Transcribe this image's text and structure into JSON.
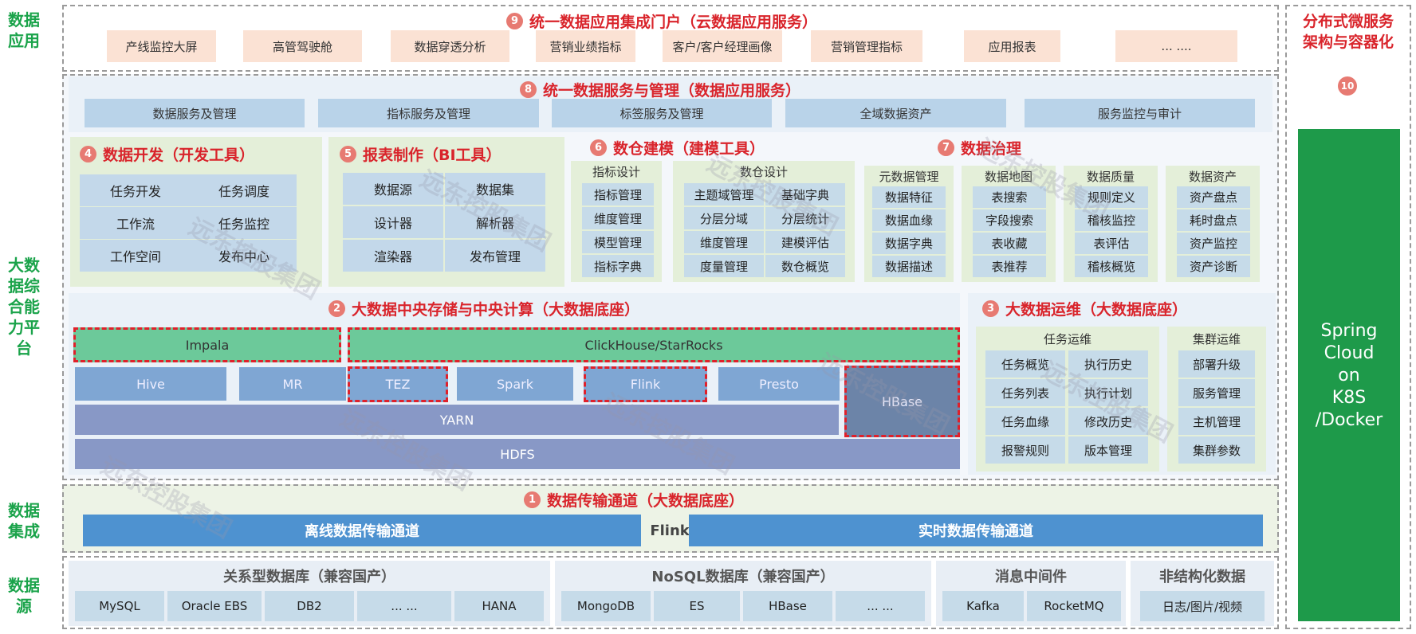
{
  "side_labels": {
    "app": "数据\n应用",
    "platform": "大数\n据综\n合能\n力平\n台",
    "integration": "数据\n集成",
    "source": "数据\n源",
    "microservice": "分布式微服务\n架构与容器化"
  },
  "nums": {
    "n1": "1",
    "n2": "2",
    "n3": "3",
    "n4": "4",
    "n5": "5",
    "n6": "6",
    "n7": "7",
    "n8": "8",
    "n9": "9",
    "n10": "10"
  },
  "portal": {
    "title": "统一数据应用集成门户（云数据应用服务）",
    "items": [
      "产线监控大屏",
      "高管驾驶舱",
      "数据穿透分析",
      "营销业绩指标",
      "客户/客户经理画像",
      "营销管理指标",
      "应用报表",
      "... ...."
    ]
  },
  "service": {
    "title": "统一数据服务与管理（数据应用服务）",
    "items": [
      "数据服务及管理",
      "指标服务及管理",
      "标签服务及管理",
      "全域数据资产",
      "服务监控与审计"
    ]
  },
  "dev": {
    "title": "数据开发（开发工具）",
    "items": [
      "任务开发",
      "任务调度",
      "工作流",
      "任务监控",
      "工作空间",
      "发布中心"
    ]
  },
  "report": {
    "title": "报表制作（BI工具）",
    "items": [
      "数据源",
      "数据集",
      "设计器",
      "解析器",
      "渲染器",
      "发布管理"
    ]
  },
  "modeling": {
    "title": "数仓建模（建模工具）",
    "index_title": "指标设计",
    "index_items": [
      "指标管理",
      "维度管理",
      "模型管理",
      "指标字典"
    ],
    "dw_title": "数仓设计",
    "dw_items": [
      "主题域管理",
      "基础字典",
      "分层分域",
      "分层统计",
      "维度管理",
      "建模评估",
      "度量管理",
      "数仓概览"
    ]
  },
  "governance": {
    "title": "数据治理",
    "groups": [
      {
        "title": "元数据管理",
        "items": [
          "数据特征",
          "数据血缘",
          "数据字典",
          "数据描述"
        ]
      },
      {
        "title": "数据地图",
        "items": [
          "表搜索",
          "字段搜索",
          "表收藏",
          "表推荐"
        ]
      },
      {
        "title": "数据质量",
        "items": [
          "规则定义",
          "稽核监控",
          "表评估",
          "稽核概览"
        ]
      },
      {
        "title": "数据资产",
        "items": [
          "资产盘点",
          "耗时盘点",
          "资产监控",
          "资产诊断"
        ]
      }
    ]
  },
  "storage": {
    "title": "大数据中央存储与中央计算（大数据底座）",
    "impala": "Impala",
    "clickhouse": "ClickHouse/StarRocks",
    "hive": "Hive",
    "mr": "MR",
    "tez": "TEZ",
    "spark": "Spark",
    "flink": "Flink",
    "presto": "Presto",
    "hbase": "HBase",
    "yarn": "YARN",
    "hdfs": "HDFS"
  },
  "ops": {
    "title": "大数据运维（大数据底座）",
    "task_title": "任务运维",
    "task_items": [
      "任务概览",
      "执行历史",
      "任务列表",
      "执行计划",
      "任务血缘",
      "修改历史",
      "报警规则",
      "版本管理"
    ],
    "cluster_title": "集群运维",
    "cluster_items": [
      "部署升级",
      "服务管理",
      "主机管理",
      "集群参数"
    ]
  },
  "transfer": {
    "title": "数据传输通道（大数据底座）",
    "offline": "离线数据传输通道",
    "middle": "FlinkX",
    "realtime": "实时数据传输通道"
  },
  "sources": {
    "groups": [
      {
        "title": "关系型数据库（兼容国产）",
        "items": [
          "MySQL",
          "Oracle EBS",
          "DB2",
          "... ...",
          "HANA"
        ]
      },
      {
        "title": "NoSQL数据库（兼容国产）",
        "items": [
          "MongoDB",
          "ES",
          "HBase",
          "... ..."
        ]
      },
      {
        "title": "消息中间件",
        "items": [
          "Kafka",
          "RocketMQ"
        ]
      },
      {
        "title": "非结构化数据",
        "items": [
          "日志/图片/视频"
        ]
      }
    ]
  },
  "spring": "Spring\nCloud\non\nK8S\n/Docker",
  "watermark": "远东控股集团",
  "colors": {
    "green": "#1aa34a",
    "red": "#d9242b",
    "num": "#e77a72",
    "spring": "#1e9a4a",
    "peach": "#fbe2d4"
  }
}
